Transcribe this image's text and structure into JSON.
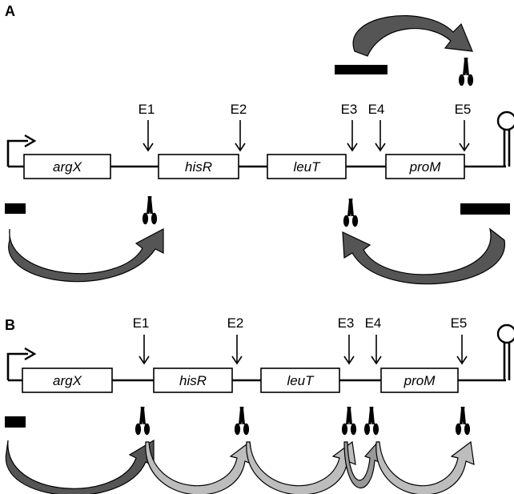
{
  "panels": {
    "A": {
      "label": "A"
    },
    "B": {
      "label": "B"
    }
  },
  "genes": [
    "argX",
    "hisR",
    "leuT",
    "proM"
  ],
  "sites": [
    "E1",
    "E2",
    "E3",
    "E4",
    "E5"
  ],
  "colors": {
    "dark_arrow": "#555555",
    "light_arrow": "#bdbdbd",
    "bar": "#000000",
    "line": "#000000"
  },
  "icons": [
    "promoter-arrow-icon",
    "terminator-icon",
    "scissors-icon",
    "down-arrow-icon",
    "curved-arrow-icon"
  ]
}
